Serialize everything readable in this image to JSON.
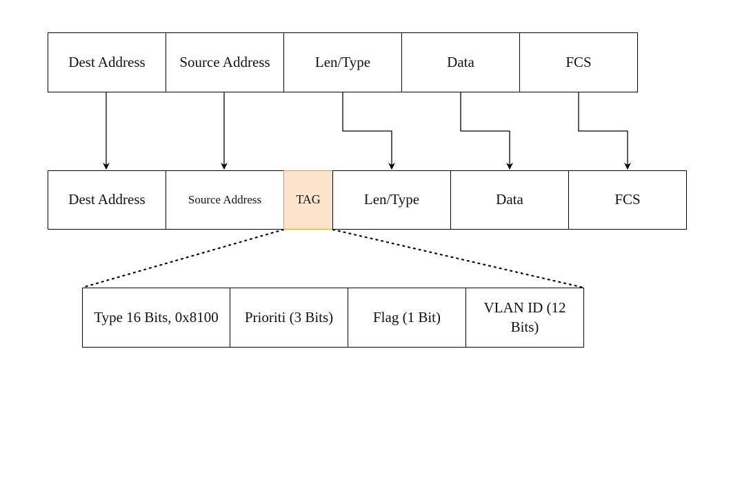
{
  "original_frame": {
    "fields": [
      {
        "id": "dest",
        "label": "Dest Address"
      },
      {
        "id": "source",
        "label": "Source Address"
      },
      {
        "id": "lentype",
        "label": "Len/Type"
      },
      {
        "id": "data",
        "label": "Data"
      },
      {
        "id": "fcs",
        "label": "FCS"
      }
    ]
  },
  "tagged_frame": {
    "fields": [
      {
        "id": "dest",
        "label": "Dest Address"
      },
      {
        "id": "source",
        "label": "Source Address"
      },
      {
        "id": "tag",
        "label": "TAG"
      },
      {
        "id": "lentype",
        "label": "Len/Type"
      },
      {
        "id": "data",
        "label": "Data"
      },
      {
        "id": "fcs",
        "label": "FCS"
      }
    ]
  },
  "tag_detail": {
    "fields": [
      {
        "id": "type",
        "label": "Type 16 Bits, 0x8100"
      },
      {
        "id": "priority",
        "label": "Prioriti (3 Bits)"
      },
      {
        "id": "flag",
        "label": "Flag (1 Bit)"
      },
      {
        "id": "vlan",
        "label": "VLAN ID (12 Bits)"
      }
    ]
  },
  "colors": {
    "tag_fill": "#fde4cd",
    "tag_border": "#d6a327",
    "line": "#000000"
  }
}
